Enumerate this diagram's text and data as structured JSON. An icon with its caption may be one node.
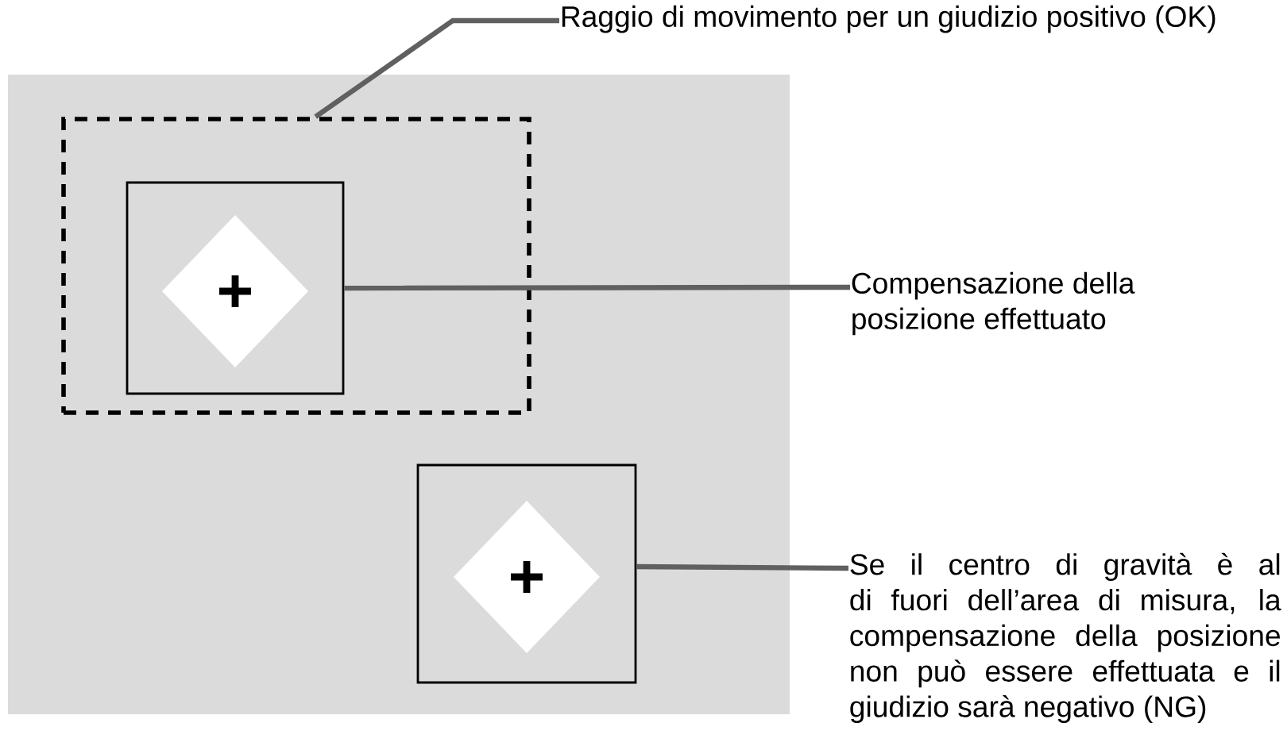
{
  "diagram": {
    "nodes": [
      {
        "text": [
          "Raggio di movimento per un giudizio positivo (OK)"
        ]
      },
      {
        "text": [],
        "shape": "box"
      },
      {
        "text": [],
        "shape": "box",
        "in": 1
      },
      {
        "text": [
          "Compensazione della posizione effettuato"
        ]
      },
      {
        "text": [],
        "shape": "box"
      },
      {
        "text": [
          "Se il centro di gravità è al di fuori dell’area di misura, la compensazione della posizione non può essere effettuata e il giudizio sarà negativo (NG)"
        ]
      }
    ],
    "edges": [
      {
        "from": 0,
        "to": 1,
        "arrow": "none"
      },
      {
        "from": 3,
        "to": 2,
        "arrow": "none"
      },
      {
        "from": 5,
        "to": 4,
        "arrow": "none"
      }
    ]
  }
}
